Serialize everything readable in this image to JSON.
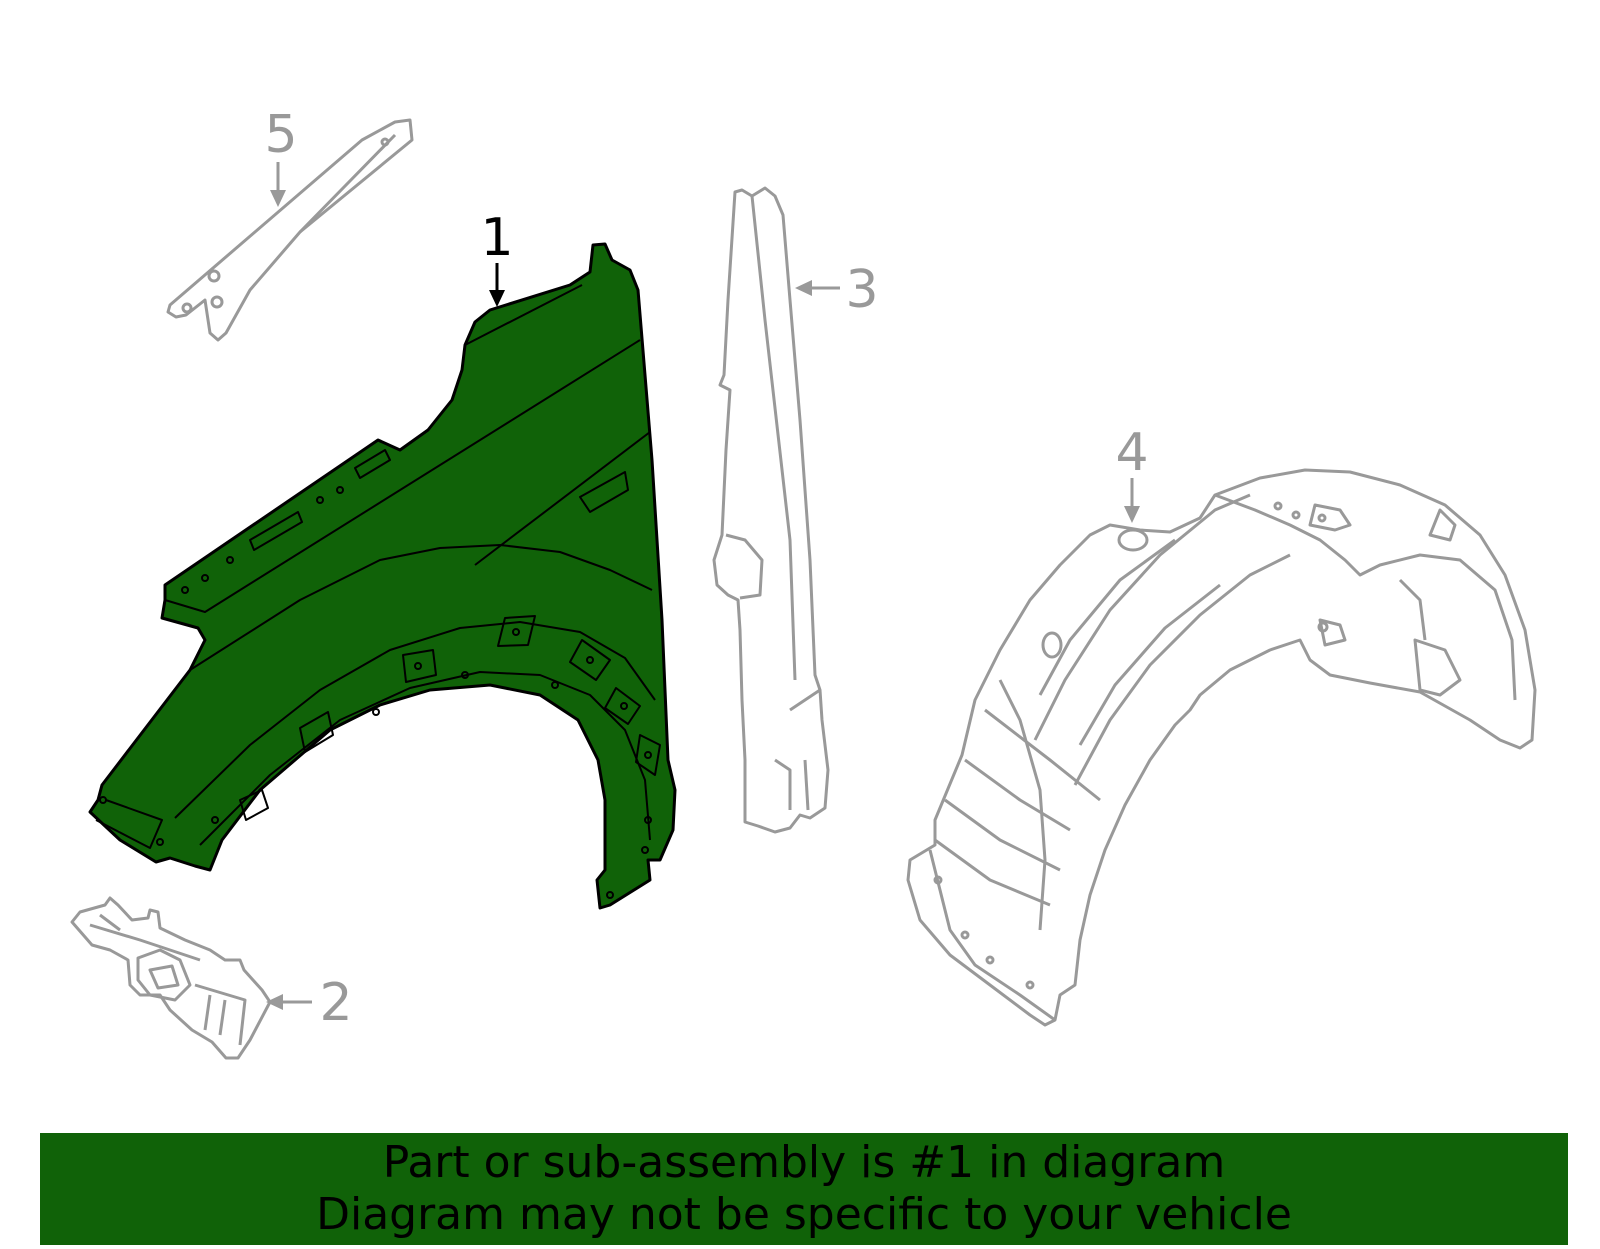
{
  "callouts": [
    {
      "number": "1",
      "highlighted": true
    },
    {
      "number": "2",
      "highlighted": false
    },
    {
      "number": "3",
      "highlighted": false
    },
    {
      "number": "4",
      "highlighted": false
    },
    {
      "number": "5",
      "highlighted": false
    }
  ],
  "colors": {
    "highlight": "#106208",
    "outline_highlight": "#000000",
    "outline_other": "#999999",
    "banner_background": "#106208"
  },
  "banner": {
    "line1": "Part or sub-assembly is #1 in diagram",
    "line2": "Diagram may not be specific to your vehicle"
  }
}
